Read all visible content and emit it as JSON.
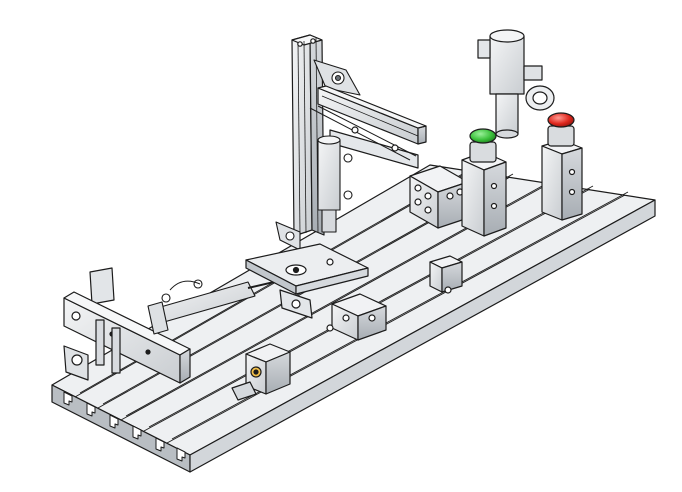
{
  "image": {
    "subject": "pneumatic-training-station-cad-render",
    "style": "line-drawing",
    "colors": {
      "background": "#ffffff",
      "metal_light": "#eceef0",
      "metal_mid": "#d3d7db",
      "metal_dark": "#a9afb5",
      "outline": "#1c1c1c",
      "green_button": "#3cc13c",
      "red_button": "#e0281e"
    },
    "components": [
      "aluminum-profile-base",
      "vertical-aluminum-post",
      "diagonal-brace",
      "horizontal-arm-profile",
      "vertical-pneumatic-cylinder",
      "left-end-block",
      "horizontal-pneumatic-cylinder",
      "slide-carriage",
      "valve-manifold",
      "pushbutton-stand-green",
      "pushbutton-stand-red",
      "pressure-regulator",
      "limit-switch-block",
      "front-sensor-block"
    ]
  }
}
